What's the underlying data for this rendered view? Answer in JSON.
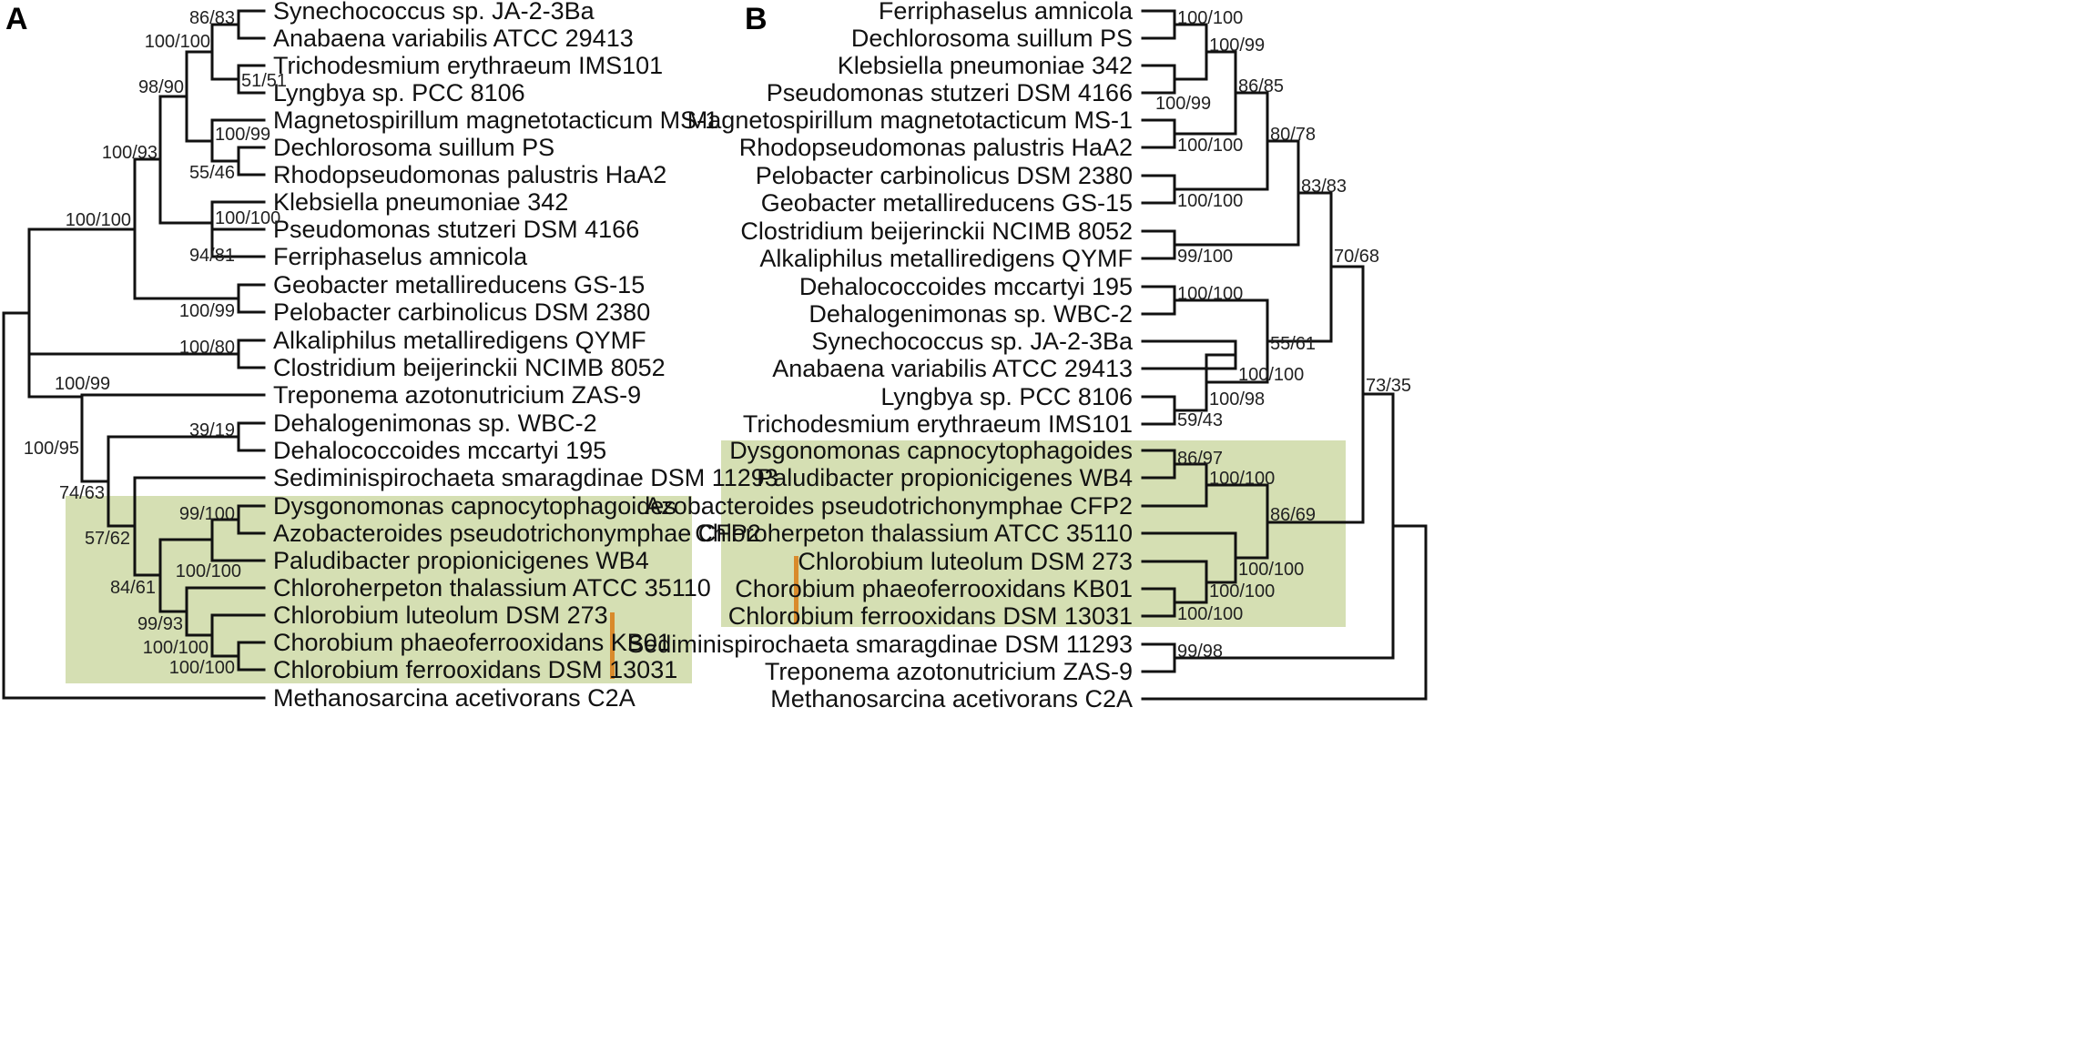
{
  "panels": [
    {
      "letter": "A",
      "taxa": [
        "Synechococcus sp. JA-2-3Ba",
        "Anabaena variabilis ATCC 29413",
        "Trichodesmium erythraeum IMS101",
        "Lyngbya sp. PCC 8106",
        "Magnetospirillum magnetotacticum MS-1",
        "Dechlorosoma suillum PS",
        "Rhodopseudomonas palustris HaA2",
        "Klebsiella pneumoniae 342",
        "Pseudomonas stutzeri DSM 4166",
        "Ferriphaselus amnicola",
        "Geobacter metallireducens GS-15",
        "Pelobacter carbinolicus DSM 2380",
        "Alkaliphilus metalliredigens QYMF",
        "Clostridium beijerinckii NCIMB 8052",
        "Treponema azotonutricium ZAS-9",
        "Dehalogenimonas sp. WBC-2",
        "Dehalococcoides mccartyi 195",
        "Sediminispirochaeta smaragdinae DSM 11293",
        "Dysgonomonas capnocytophagoides",
        "Azobacteroides pseudotrichonymphae CFP2",
        "Paludibacter propionicigenes WB4",
        "Chloroherpeton thalassium ATCC 35110",
        "Chlorobium luteolum DSM 273",
        "Chorobium phaeoferrooxidans KB01",
        "Chlorobium ferrooxidans DSM 13031",
        "Methanosarcina acetivorans C2A"
      ],
      "support_values": [
        "86/83",
        "51/51",
        "100/100",
        "100/99",
        "55/46",
        "98/90",
        "100/100",
        "94/81",
        "100/93",
        "100/99",
        "100/100",
        "100/80",
        "100/99",
        "39/19",
        "100/95",
        "74/63",
        "57/62",
        "99/100",
        "100/100",
        "84/61",
        "99/93",
        "100/100",
        "100/100"
      ]
    },
    {
      "letter": "B",
      "taxa": [
        "Ferriphaselus amnicola",
        "Dechlorosoma suillum PS",
        "Klebsiella pneumoniae 342",
        "Pseudomonas stutzeri DSM 4166",
        "Magnetospirillum magnetotacticum MS-1",
        "Rhodopseudomonas palustris HaA2",
        "Pelobacter carbinolicus DSM 2380",
        "Geobacter metallireducens GS-15",
        "Clostridium beijerinckii NCIMB 8052",
        "Alkaliphilus metalliredigens QYMF",
        "Dehalococcoides mccartyi 195",
        "Dehalogenimonas sp. WBC-2",
        "Synechococcus sp. JA-2-3Ba",
        "Anabaena variabilis ATCC 29413",
        "Lyngbya sp. PCC 8106",
        "Trichodesmium erythraeum IMS101",
        "Dysgonomonas capnocytophagoides",
        "Paludibacter propionicigenes WB4",
        "Azobacteroides pseudotrichonymphae CFP2",
        "Chloroherpeton thalassium ATCC 35110",
        "Chlorobium luteolum DSM 273",
        "Chorobium phaeoferrooxidans KB01",
        "Chlorobium ferrooxidans DSM 13031",
        "Sediminispirochaeta smaragdinae DSM 11293",
        "Treponema azotonutricium ZAS-9",
        "Methanosarcina acetivorans C2A"
      ],
      "support_values": [
        "100/100",
        "100/99",
        "100/99",
        "86/85",
        "100/100",
        "80/78",
        "100/100",
        "83/83",
        "99/100",
        "100/100",
        "55/61",
        "100/100",
        "100/98",
        "59/43",
        "70/68",
        "86/97",
        "100/100",
        "86/69",
        "100/100",
        "100/100",
        "100/100",
        "73/35",
        "99/98"
      ]
    }
  ],
  "colors": {
    "highlight_box": "#d5dfb3",
    "marker_bar": "#d98a2b",
    "branch": "#111111"
  }
}
